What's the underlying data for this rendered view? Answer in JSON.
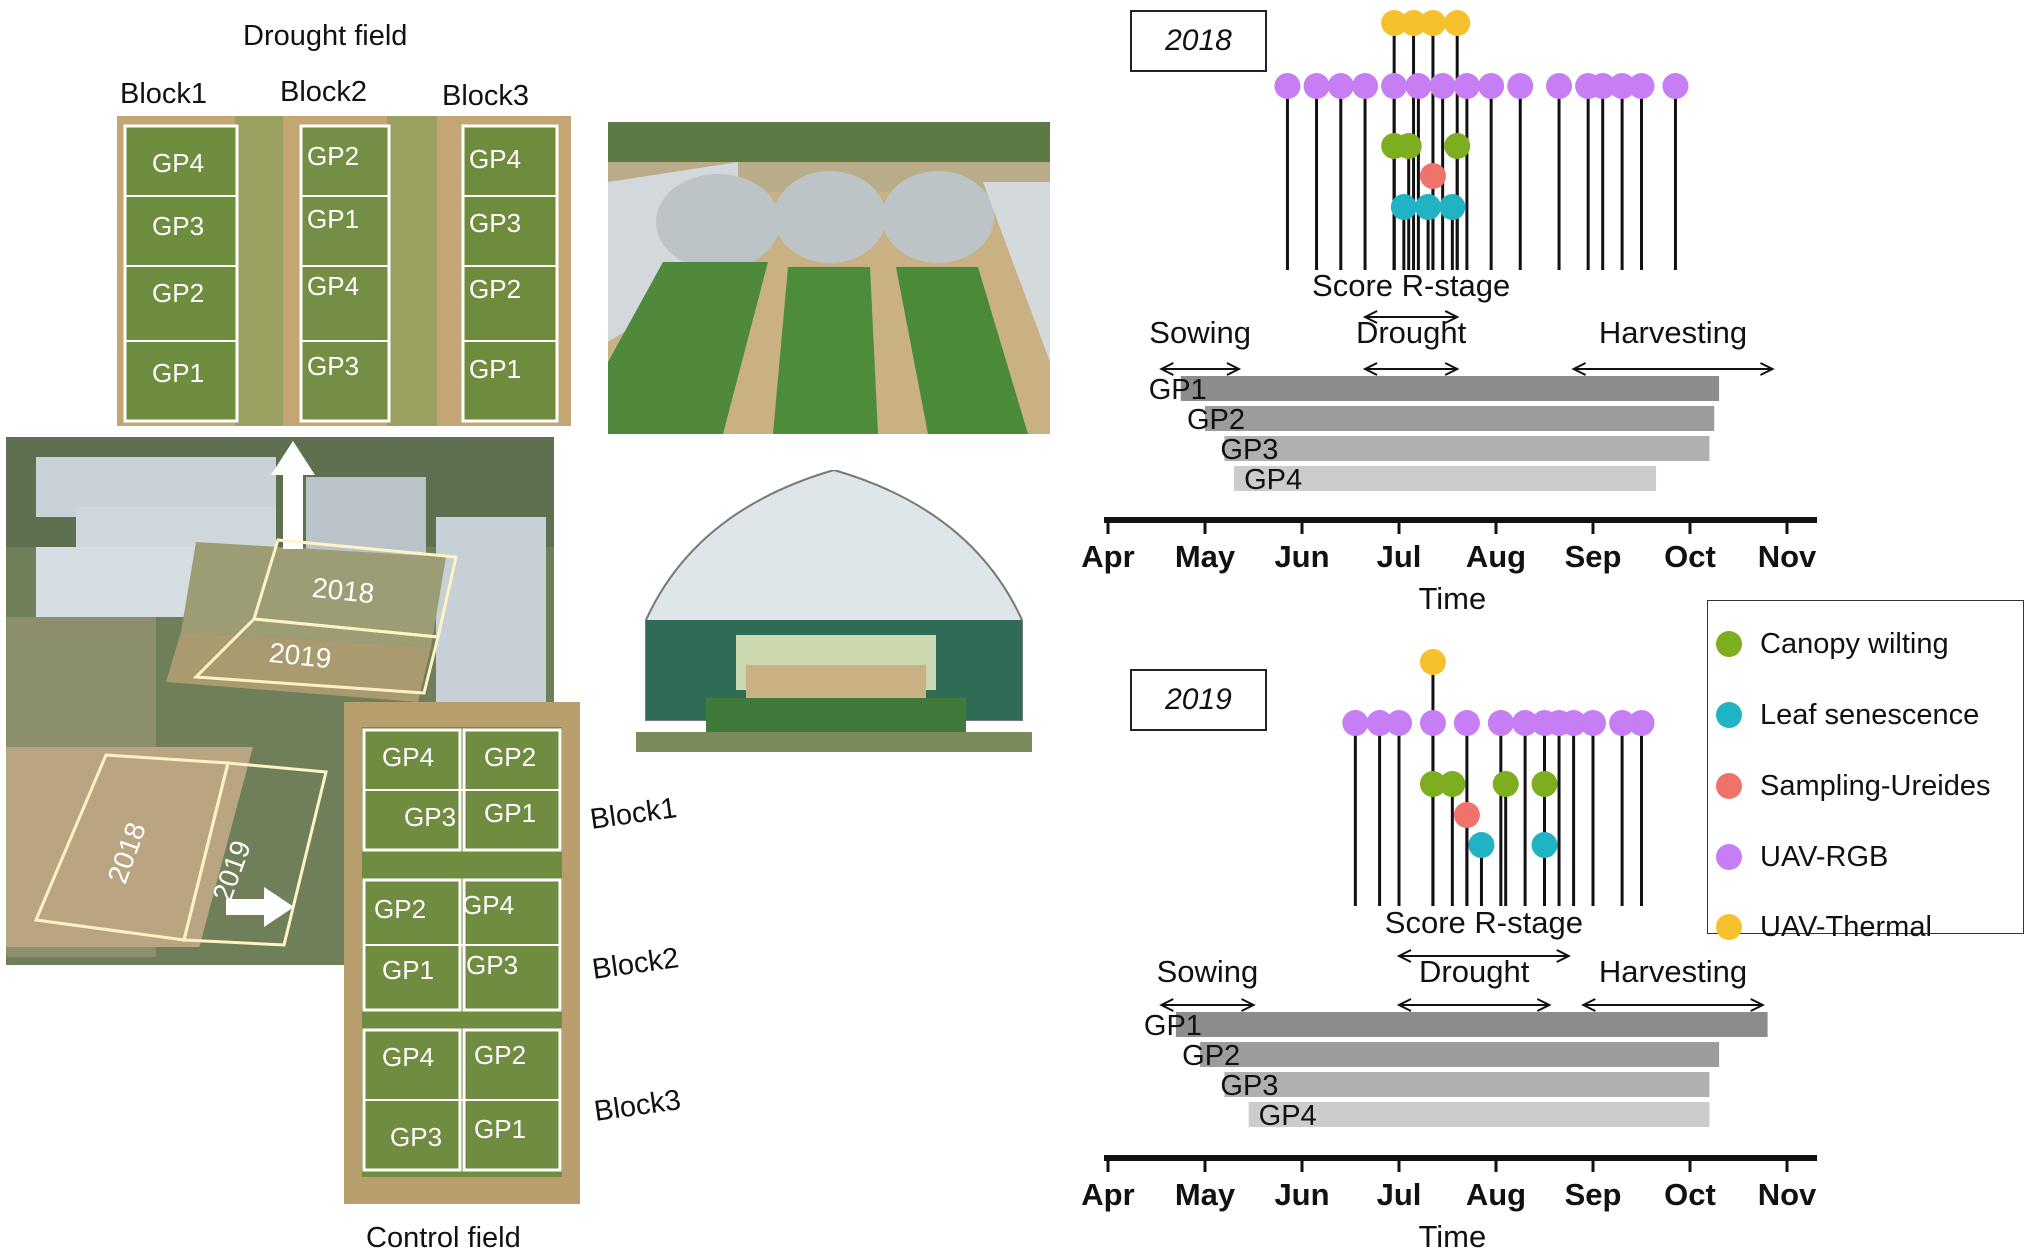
{
  "left": {
    "drought_title": "Drought field",
    "control_title": "Control field",
    "drought_blocks": [
      "Block1",
      "Block2",
      "Block3"
    ],
    "drought_plots": [
      [
        "GP4",
        "GP3",
        "GP2",
        "GP1"
      ],
      [
        "GP2",
        "GP1",
        "GP4",
        "GP3"
      ],
      [
        "GP4",
        "GP3",
        "GP2",
        "GP1"
      ]
    ],
    "aerial_years": [
      "2018",
      "2019",
      "2018",
      "2019"
    ],
    "control_blocks": [
      "Block1",
      "Block2",
      "Block3"
    ],
    "control_plots": [
      [
        "GP4",
        "GP2",
        "GP3",
        "GP1"
      ],
      [
        "GP2",
        "GP4",
        "GP1",
        "GP3"
      ],
      [
        "GP4",
        "GP2",
        "GP3",
        "GP1"
      ]
    ]
  },
  "legend": [
    {
      "label": "Canopy wilting",
      "color": "#7cae1f"
    },
    {
      "label": "Leaf senescence",
      "color": "#1fb3c4"
    },
    {
      "label": "Sampling-Ureides",
      "color": "#f0736b"
    },
    {
      "label": "UAV-RGB",
      "color": "#c77df3"
    },
    {
      "label": "UAV-Thermal",
      "color": "#f7c12e"
    }
  ],
  "chart_data": [
    {
      "type": "timeline",
      "title": "2018",
      "xlabel": "Time",
      "months": [
        "Apr",
        "May",
        "Jun",
        "Jul",
        "Aug",
        "Sep",
        "Oct",
        "Nov"
      ],
      "periods": [
        {
          "label": "Sowing",
          "start": 0.55,
          "end": 1.35
        },
        {
          "label": "Score R-stage",
          "start": 2.65,
          "end": 3.6
        },
        {
          "label": "Drought",
          "start": 2.65,
          "end": 3.6
        },
        {
          "label": "Harvesting",
          "start": 4.8,
          "end": 6.85
        }
      ],
      "groups": [
        {
          "name": "GP1",
          "start": 0.75,
          "end": 6.3,
          "color": "#8c8c8c"
        },
        {
          "name": "GP2",
          "start": 1.0,
          "end": 6.25,
          "color": "#9c9c9c"
        },
        {
          "name": "GP3",
          "start": 1.2,
          "end": 6.2,
          "color": "#b0b0b0"
        },
        {
          "name": "GP4",
          "start": 1.3,
          "end": 5.65,
          "color": "#cccccc"
        }
      ],
      "events": [
        {
          "series": "UAV-RGB",
          "x": [
            1.85,
            2.15,
            2.4,
            2.65,
            2.95,
            3.2,
            3.45,
            3.7,
            3.95,
            4.25,
            4.65,
            4.95,
            5.1,
            5.3,
            5.5,
            5.85
          ]
        },
        {
          "series": "UAV-Thermal",
          "x": [
            2.95,
            3.15,
            3.35,
            3.6
          ]
        },
        {
          "series": "Canopy wilting",
          "x": [
            2.95,
            3.1,
            3.6
          ]
        },
        {
          "series": "Sampling-Ureides",
          "x": [
            3.35
          ]
        },
        {
          "series": "Leaf senescence",
          "x": [
            3.05,
            3.3,
            3.55
          ]
        }
      ]
    },
    {
      "type": "timeline",
      "title": "2019",
      "xlabel": "Time",
      "months": [
        "Apr",
        "May",
        "Jun",
        "Jul",
        "Aug",
        "Sep",
        "Oct",
        "Nov"
      ],
      "periods": [
        {
          "label": "Sowing",
          "start": 0.55,
          "end": 1.5
        },
        {
          "label": "Score R-stage",
          "start": 3.0,
          "end": 4.75
        },
        {
          "label": "Drought",
          "start": 3.0,
          "end": 4.55
        },
        {
          "label": "Harvesting",
          "start": 4.9,
          "end": 6.75
        }
      ],
      "groups": [
        {
          "name": "GP1",
          "start": 0.7,
          "end": 6.8,
          "color": "#8c8c8c"
        },
        {
          "name": "GP2",
          "start": 0.95,
          "end": 6.3,
          "color": "#9c9c9c"
        },
        {
          "name": "GP3",
          "start": 1.2,
          "end": 6.2,
          "color": "#b0b0b0"
        },
        {
          "name": "GP4",
          "start": 1.45,
          "end": 6.2,
          "color": "#cccccc"
        }
      ],
      "events": [
        {
          "series": "UAV-RGB",
          "x": [
            2.55,
            2.8,
            3.0,
            3.35,
            3.7,
            4.05,
            4.3,
            4.5,
            4.65,
            4.8,
            5.0,
            5.3,
            5.5
          ]
        },
        {
          "series": "UAV-Thermal",
          "x": [
            3.35
          ]
        },
        {
          "series": "Canopy wilting",
          "x": [
            3.35,
            3.55,
            4.1,
            4.5
          ]
        },
        {
          "series": "Sampling-Ureides",
          "x": [
            3.7
          ]
        },
        {
          "series": "Leaf senescence",
          "x": [
            3.85,
            4.5
          ]
        }
      ]
    }
  ]
}
